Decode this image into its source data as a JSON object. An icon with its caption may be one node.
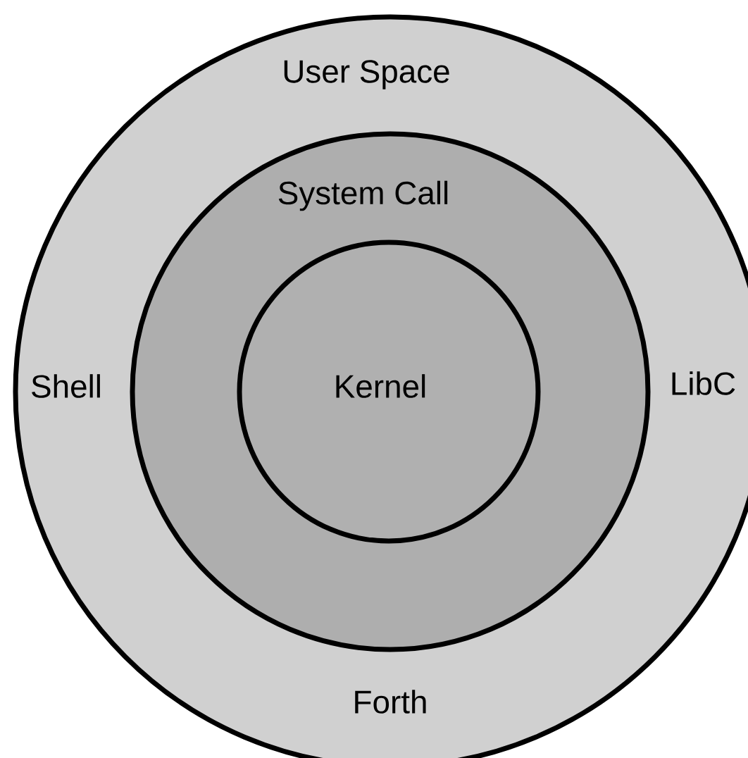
{
  "diagram": {
    "nodes": [
      {
        "text": [
          "User Space",
          "Shell",
          "LibC",
          "Forth"
        ]
      },
      {
        "text": [
          "System Call"
        ],
        "in": 0
      },
      {
        "text": [
          "Kernel"
        ],
        "in": 1
      }
    ]
  }
}
